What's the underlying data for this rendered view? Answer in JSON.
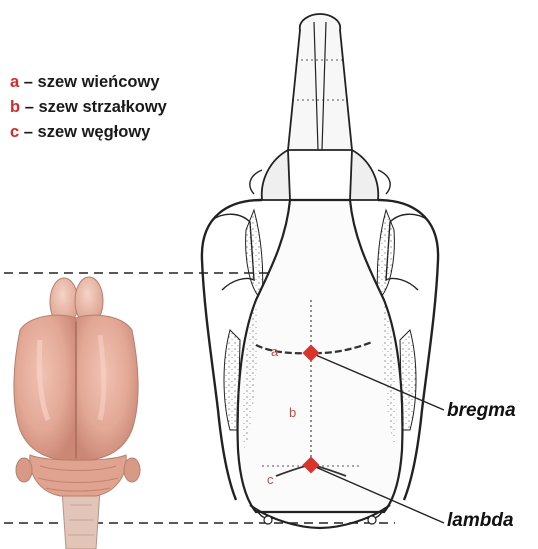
{
  "legend": {
    "items": [
      {
        "letter": "a",
        "text": "– szew wieńcowy"
      },
      {
        "letter": "b",
        "text": "– szew strzałkowy"
      },
      {
        "letter": "c",
        "text": "– szew węgłowy"
      }
    ]
  },
  "suture_labels": {
    "a": "a",
    "b": "b",
    "c": "c"
  },
  "landmarks": {
    "bregma": "bregma",
    "lambda": "lambda"
  },
  "colors": {
    "marker": "#d9342b",
    "legend_letter": "#d62a2a",
    "brain": "#e3a896",
    "bone_outline": "#222222"
  }
}
